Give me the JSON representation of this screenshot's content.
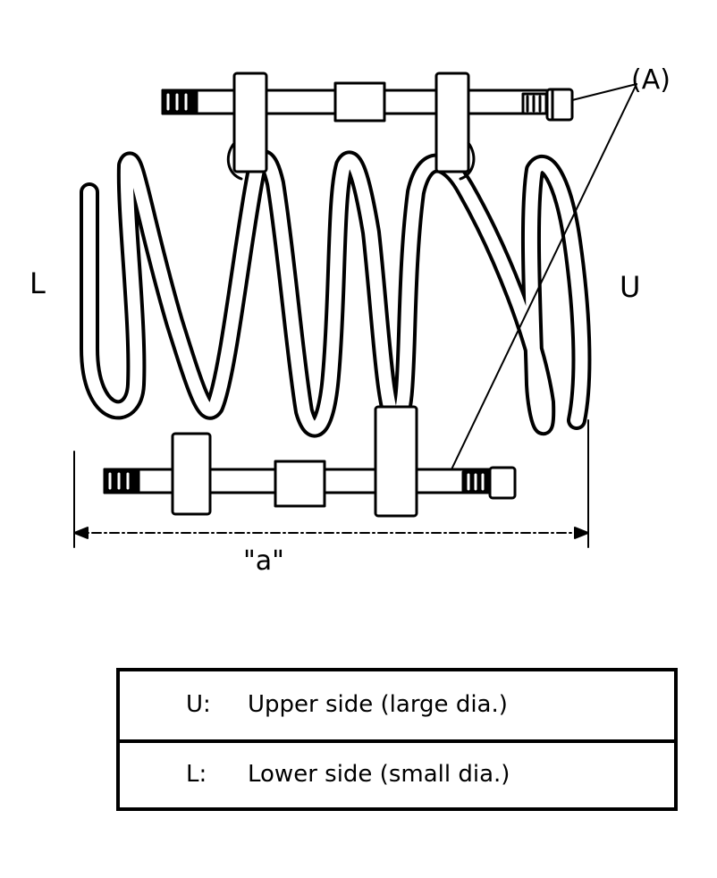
{
  "labels": {
    "callout": "(A)",
    "left_side": "L",
    "right_side": "U",
    "dimension": "\"a\""
  },
  "legend": {
    "rows": [
      {
        "key": "U:",
        "desc": "Upper side (large dia.)"
      },
      {
        "key": "L:",
        "desc": "Lower side (small dia.)"
      }
    ]
  }
}
